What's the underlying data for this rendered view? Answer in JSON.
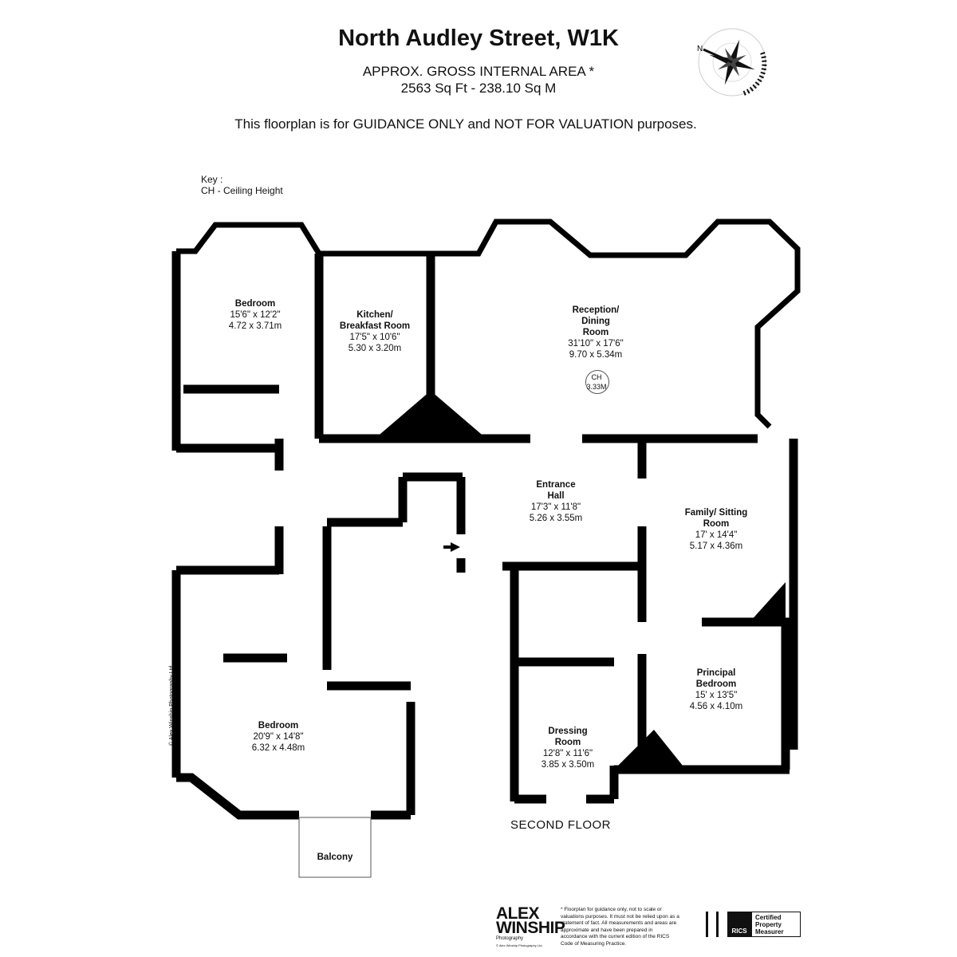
{
  "header": {
    "title": "North Audley Street, W1K",
    "area_label": "APPROX. GROSS INTERNAL  AREA *",
    "area_value": "2563 Sq Ft  -  238.10 Sq M",
    "notice": "This floorplan is for GUIDANCE ONLY and NOT FOR VALUATION purposes."
  },
  "key": {
    "title": "Key :",
    "item": "CH - Ceiling Height"
  },
  "compass": {
    "north": "N"
  },
  "rooms": [
    {
      "name": "Bedroom",
      "imperial": "15'6\" x 12'2\"",
      "metric": "4.72 x 3.71m"
    },
    {
      "name1": "Kitchen/",
      "name2": "Breakfast Room",
      "imperial": "17'5\" x 10'6\"",
      "metric": "5.30 x 3.20m"
    },
    {
      "name1": "Reception/",
      "name2": "Dining",
      "name3": "Room",
      "imperial": "31'10\" x 17'6\"",
      "metric": "9.70 x 5.34m",
      "ch_label": "CH",
      "ch_value": "3.33M"
    },
    {
      "name1": "Entrance",
      "name2": "Hall",
      "imperial": "17'3\" x 11'8\"",
      "metric": "5.26 x 3.55m"
    },
    {
      "name1": "Family/ Sitting",
      "name2": "Room",
      "imperial": "17' x 14'4\"",
      "metric": "5.17 x 4.36m"
    },
    {
      "name1": "Principal",
      "name2": "Bedroom",
      "imperial": "15' x 13'5\"",
      "metric": "4.56 x 4.10m"
    },
    {
      "name1": "Dressing",
      "name2": "Room",
      "imperial": "12'8\" x 11'6\"",
      "metric": "3.85 x 3.50m"
    },
    {
      "name": "Bedroom",
      "imperial": "20'9\" x 14'8\"",
      "metric": "6.32 x 4.48m"
    },
    {
      "name": "Balcony"
    }
  ],
  "floor_label": "SECOND FLOOR",
  "copyright": "© Alex Winship Photography Ltd.",
  "footer": {
    "logo1": "ALEX",
    "logo2": "WINSHIP",
    "logo_sub": "Photography",
    "logo_copy": "© Alex Winship Photography Ltd.",
    "disclaimer": "* Floorplan for guidance only, not to scale or valuations purposes. It must not be relied upon as a statement of fact. All measurements and areas are approximate and have been prepared in accordance with the current edition of the RICS Code of Measuring Practice.",
    "rics": "RICS",
    "cpm": "Certified Property Measurer"
  }
}
